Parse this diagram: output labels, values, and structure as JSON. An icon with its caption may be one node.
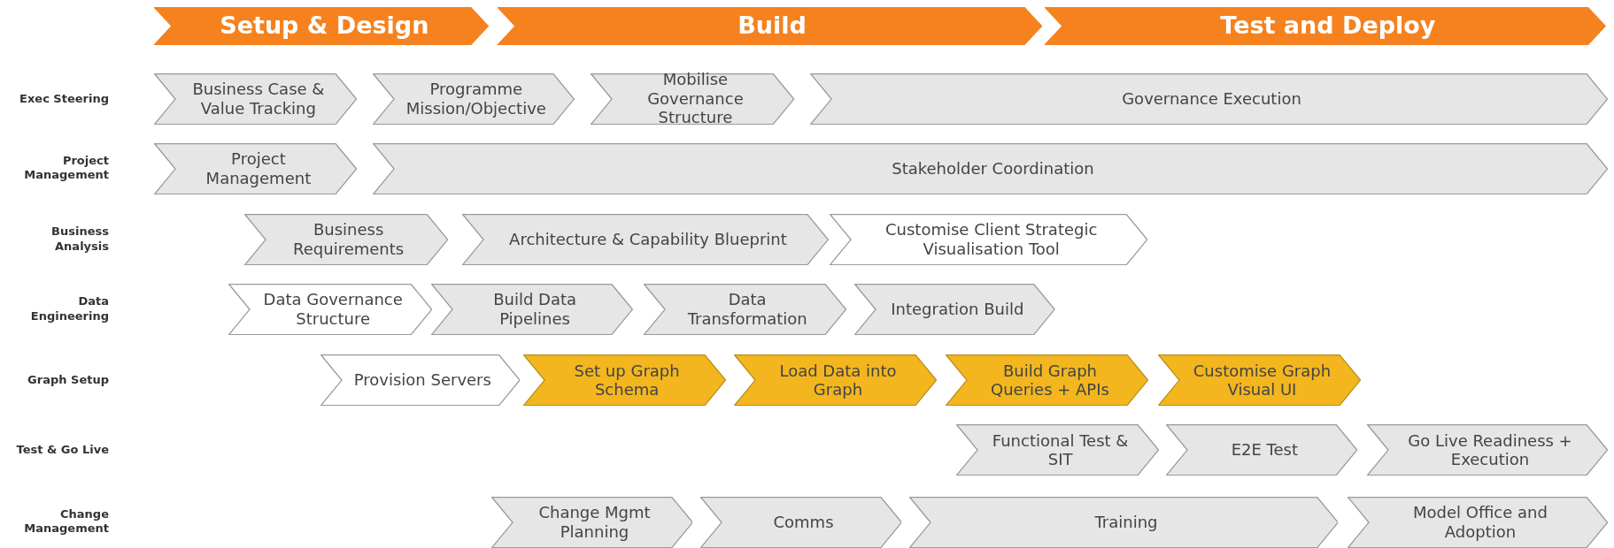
{
  "diagram": {
    "nodes": [
      {
        "text": [
          "Setup & Design"
        ]
      },
      {
        "text": [
          "Build"
        ]
      },
      {
        "text": [
          "Test and Deploy"
        ]
      },
      {
        "text": [
          "Business Case & Value Tracking"
        ]
      },
      {
        "text": [
          "Programme Mission/Objective"
        ]
      },
      {
        "text": [
          "Mobilise Governance Structure"
        ]
      },
      {
        "text": [
          "Governance Execution"
        ]
      },
      {
        "text": [
          "Project Management"
        ]
      },
      {
        "text": [
          "Stakeholder Coordination"
        ]
      },
      {
        "text": [
          "Business Requirements"
        ]
      },
      {
        "text": [
          "Architecture & Capability Blueprint"
        ]
      },
      {
        "text": [
          "Customise Client Strategic Visualisation Tool"
        ]
      },
      {
        "text": [
          "Data Governance Structure"
        ]
      },
      {
        "text": [
          "Build Data Pipelines"
        ]
      },
      {
        "text": [
          "Data Transformation"
        ]
      },
      {
        "text": [
          "Integration Build"
        ]
      },
      {
        "text": [
          "Provision Servers"
        ]
      },
      {
        "text": [
          "Set up Graph Schema"
        ]
      },
      {
        "text": [
          "Load Data into Graph"
        ]
      },
      {
        "text": [
          "Build Graph Queries + APIs"
        ]
      },
      {
        "text": [
          "Customise Graph Visual UI"
        ]
      },
      {
        "text": [
          "Functional Test & SIT"
        ]
      },
      {
        "text": [
          "E2E Test"
        ]
      },
      {
        "text": [
          "Go Live Readiness + Execution"
        ]
      },
      {
        "text": [
          "Change Mgmt Planning"
        ]
      },
      {
        "text": [
          "Comms"
        ]
      },
      {
        "text": [
          "Training"
        ]
      },
      {
        "text": [
          "Model Office and Adoption"
        ]
      }
    ],
    "labels": [
      "Exec Steering",
      "Project Management",
      "Business Analysis",
      "Data Engineering",
      "Graph Setup",
      "Test & Go Live",
      "Change Management"
    ]
  }
}
